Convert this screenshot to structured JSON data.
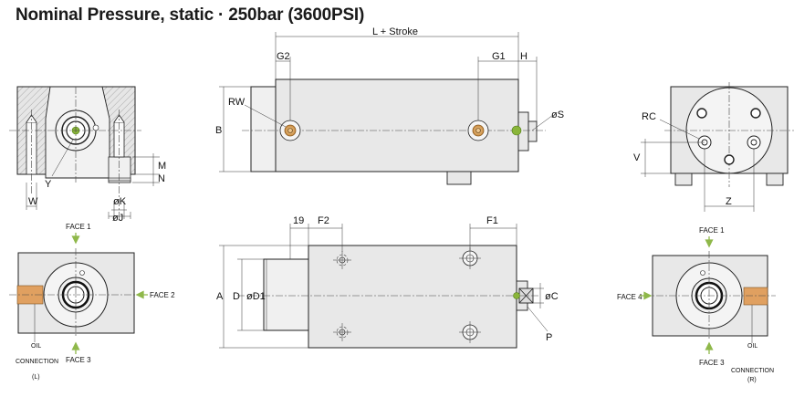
{
  "title": "Nominal Pressure, static · 250bar (3600PSI)",
  "labels": {
    "l_stroke": "L + Stroke",
    "g2": "G2",
    "g1": "G1",
    "h": "H",
    "rw": "RW",
    "b": "B",
    "s": "øS",
    "m": "M",
    "n": "N",
    "w": "W",
    "y": "Y",
    "k": "øK",
    "j": "øJ",
    "rc": "RC",
    "v": "V",
    "z": "Z",
    "n19": "19",
    "f2": "F2",
    "f1": "F1",
    "a": "A",
    "d": "D",
    "d1": "øD1",
    "c": "øC",
    "p": "P",
    "face1": "FACE 1",
    "face2": "FACE 2",
    "face3": "FACE 3",
    "face4": "FACE 4",
    "oil": "OIL",
    "connection": "CONNECTION",
    "oil_l": "(L)",
    "oil_r": "(R)"
  },
  "colors": {
    "body_fill": "#e8e8e8",
    "hatch": "#cfcfcf",
    "port_brass": "#d9a05a",
    "port_brass_light": "#f0c890",
    "green_marker": "#8ab53a",
    "arrow_green": "#8fb84a"
  },
  "icons": [
    "green-marker-icon",
    "face-arrow-icon",
    "brass-port-icon"
  ]
}
